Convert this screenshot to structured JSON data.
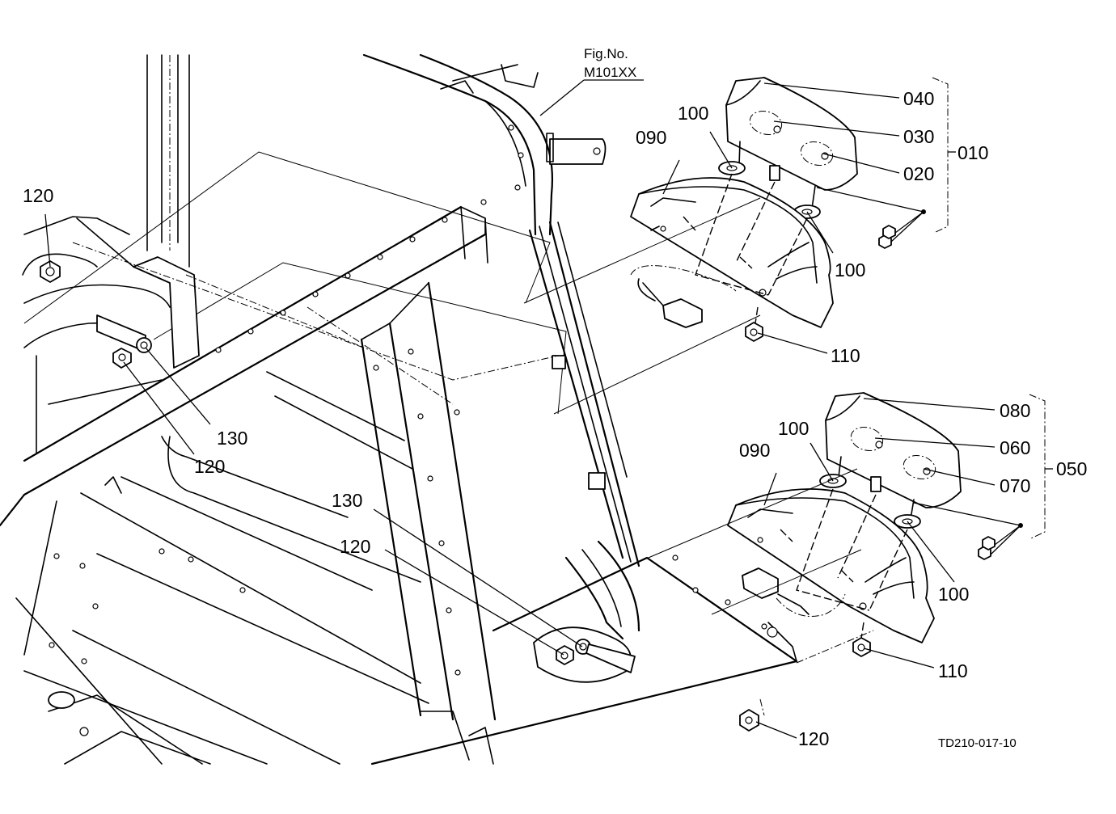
{
  "figure": {
    "fig_label": "Fig.No.",
    "fig_number": "M101XX",
    "drawing_code": "TD210-017-10"
  },
  "callouts": {
    "c040": "040",
    "c030": "030",
    "c020": "020",
    "c010": "010",
    "c090_top": "090",
    "c100_top_left": "100",
    "c100_top_right": "100",
    "c110_top": "110",
    "c080": "080",
    "c060": "060",
    "c070": "070",
    "c050": "050",
    "c090_bottom": "090",
    "c100_bottom_left": "100",
    "c100_bottom_right": "100",
    "c110_bottom": "110",
    "c120_top_left": "120",
    "c130_left": "130",
    "c120_left": "120",
    "c130_center": "130",
    "c120_center": "120",
    "c120_bottom": "120"
  }
}
